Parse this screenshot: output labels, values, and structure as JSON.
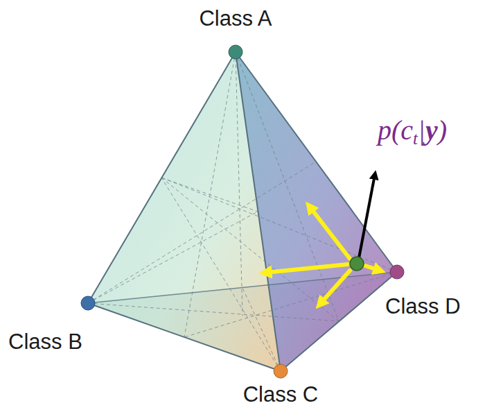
{
  "diagram": {
    "labels": [
      "Class A",
      "p(ct|y)",
      "Class B",
      "Class D",
      "Class C"
    ]
  }
}
